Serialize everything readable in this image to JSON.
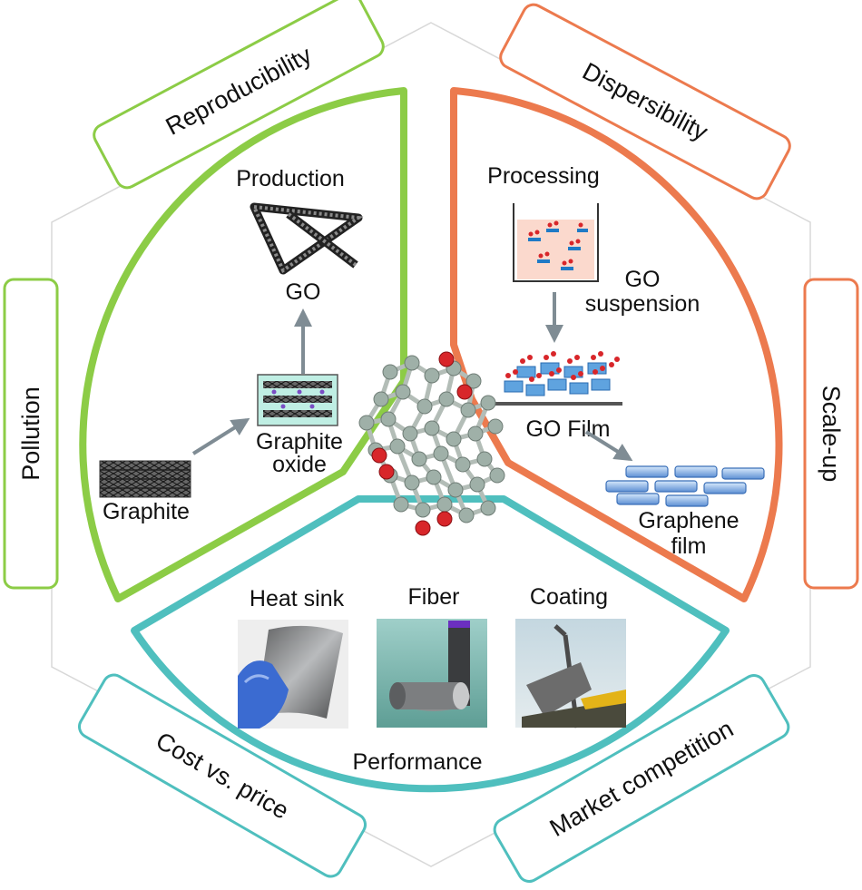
{
  "colors": {
    "green": "#8ccc46",
    "orange": "#ec7a4e",
    "teal": "#4fbfbe",
    "arrow": "#7f8c94",
    "hexagon": "#d8d8d8",
    "atom": "#9fb0a8",
    "oxygen": "#d8262a"
  },
  "tags": {
    "reproducibility": "Reproducibility",
    "dispersibility": "Dispersibility",
    "pollution": "Pollution",
    "scale_up": "Scale-up",
    "cost_vs_price": "Cost vs. price",
    "market_competition": "Market competition"
  },
  "production": {
    "title": "Production",
    "go": "GO",
    "graphite_oxide_line1": "Graphite",
    "graphite_oxide_line2": "oxide",
    "graphite": "Graphite"
  },
  "processing": {
    "title": "Processing",
    "go_suspension_line1": "GO",
    "go_suspension_line2": "suspension",
    "go_film": "GO Film",
    "graphene_film_line1": "Graphene",
    "graphene_film_line2": "film"
  },
  "performance": {
    "title": "Performance",
    "heat_sink": "Heat sink",
    "fiber": "Fiber",
    "coating": "Coating"
  }
}
